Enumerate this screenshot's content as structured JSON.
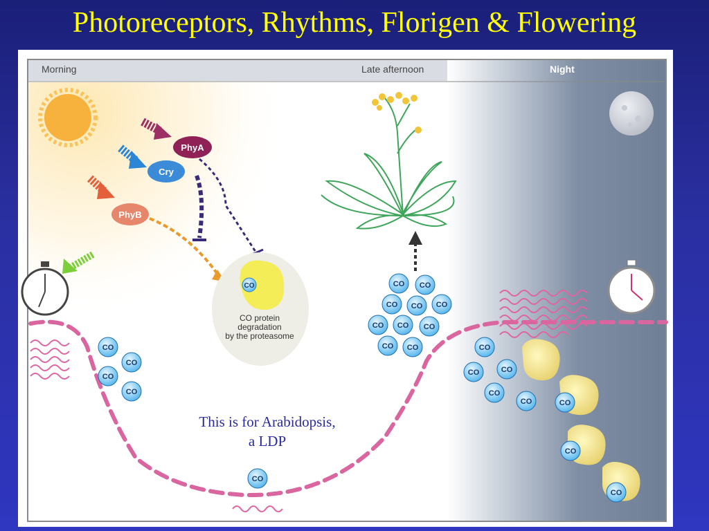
{
  "title": "Photoreceptors, Rhythms, Florigen & Flowering",
  "panel": {
    "time_labels": {
      "morning": "Morning",
      "late_afternoon": "Late afternoon",
      "night": "Night"
    },
    "photoreceptors": {
      "phya": "PhyA",
      "cry": "Cry",
      "phyb": "PhyB"
    },
    "co_label": "CO",
    "degradation_lines": [
      "CO protein",
      "degradation",
      "by the proteasome"
    ]
  },
  "note_lines": [
    "This is for Arabidopsis,",
    "a LDP"
  ]
}
